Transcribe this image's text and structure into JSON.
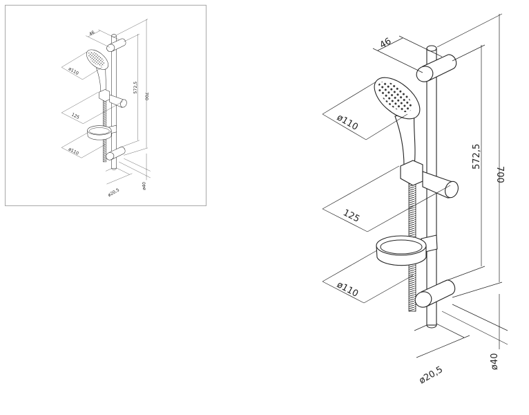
{
  "drawing": {
    "dim_bracket_depth": "46",
    "dim_total_length": "700",
    "dim_bracket_spacing": "572,5",
    "dim_head_diameter": "ø110",
    "dim_holder_projection": "125",
    "dim_dish_diameter": "ø110",
    "dim_bracket_diameter": "ø40",
    "dim_rail_diameter": "ø20,5"
  },
  "colors": {
    "line": "#222222",
    "frame": "#a8a8a8"
  }
}
